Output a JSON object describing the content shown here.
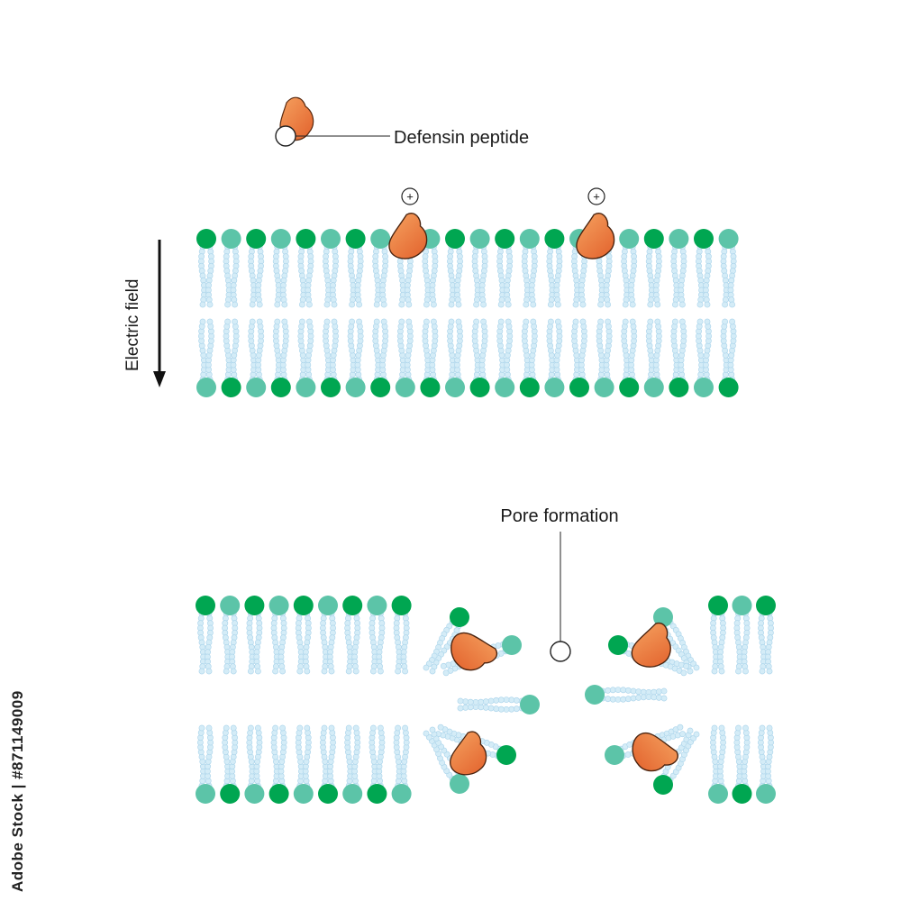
{
  "labels": {
    "defensin": "Defensin peptide",
    "electric_field": "Electric field",
    "pore": "Pore formation",
    "charge": "+"
  },
  "watermark": "Adobe Stock | #871149009",
  "colors": {
    "head_dark": "#00a651",
    "head_light": "#5cc4a8",
    "tail": "#d4ecf7",
    "tail_edge": "#a9d3ea",
    "peptide_light": "#f5a15f",
    "peptide_dark": "#e2612c",
    "text": "#1a1a1a"
  }
}
